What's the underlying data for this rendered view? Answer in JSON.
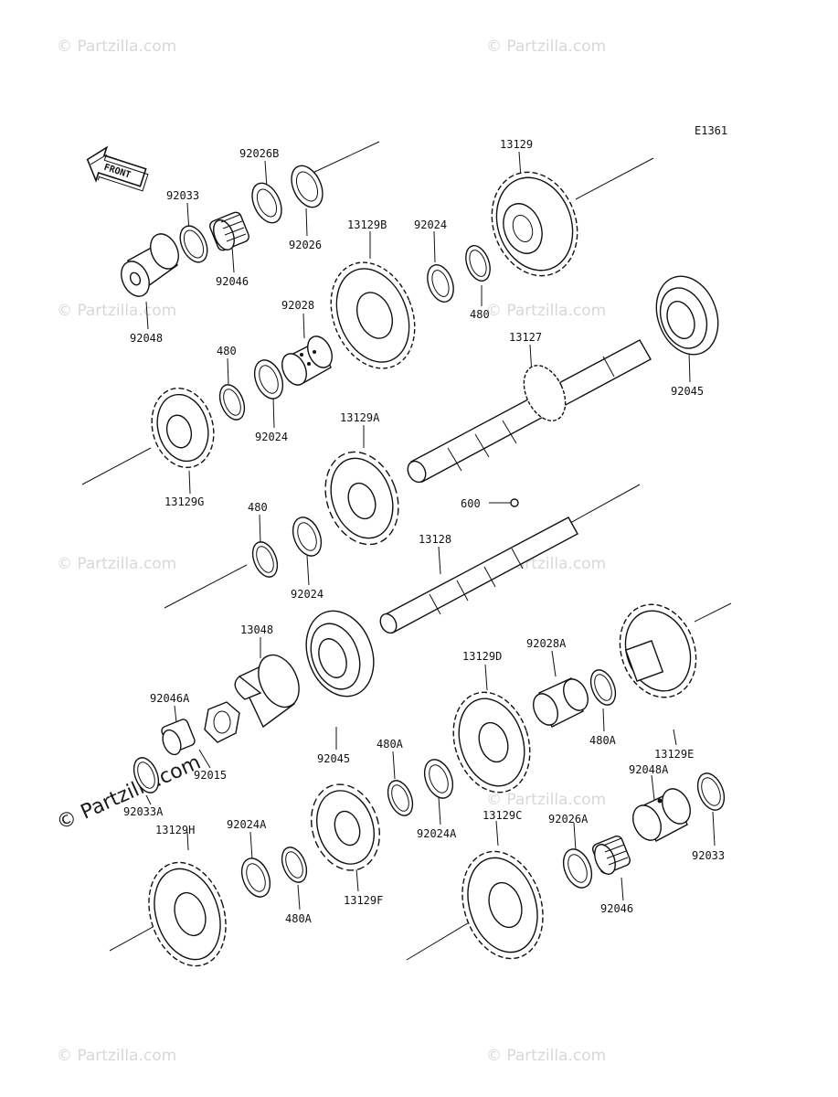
{
  "diagram_id": "E1361",
  "front_label": "FRONT",
  "watermark": "© Partzilla.com",
  "copyright_mark": "© Partzilla.com",
  "callouts": [
    {
      "id": "92026B",
      "text": "92026B"
    },
    {
      "id": "92026",
      "text": "92026"
    },
    {
      "id": "92033",
      "text": "92033"
    },
    {
      "id": "92046",
      "text": "92046"
    },
    {
      "id": "92048",
      "text": "92048"
    },
    {
      "id": "13129",
      "text": "13129"
    },
    {
      "id": "13129B",
      "text": "13129B"
    },
    {
      "id": "92024-a",
      "text": "92024"
    },
    {
      "id": "480-a",
      "text": "480"
    },
    {
      "id": "92028",
      "text": "92028"
    },
    {
      "id": "480-b",
      "text": "480"
    },
    {
      "id": "92024-b",
      "text": "92024"
    },
    {
      "id": "13127",
      "text": "13127"
    },
    {
      "id": "92045-a",
      "text": "92045"
    },
    {
      "id": "13129A",
      "text": "13129A"
    },
    {
      "id": "13129G",
      "text": "13129G"
    },
    {
      "id": "600",
      "text": "600"
    },
    {
      "id": "480-c",
      "text": "480"
    },
    {
      "id": "92024-c",
      "text": "92024"
    },
    {
      "id": "13128",
      "text": "13128"
    },
    {
      "id": "13048",
      "text": "13048"
    },
    {
      "id": "92045-b",
      "text": "92045"
    },
    {
      "id": "92046A",
      "text": "92046A"
    },
    {
      "id": "92015",
      "text": "92015"
    },
    {
      "id": "92033A",
      "text": "92033A"
    },
    {
      "id": "13129D",
      "text": "13129D"
    },
    {
      "id": "92028A",
      "text": "92028A"
    },
    {
      "id": "480A-a",
      "text": "480A"
    },
    {
      "id": "13129E",
      "text": "13129E"
    },
    {
      "id": "480A-b",
      "text": "480A"
    },
    {
      "id": "92024A-a",
      "text": "92024A"
    },
    {
      "id": "13129H",
      "text": "13129H"
    },
    {
      "id": "92024A-b",
      "text": "92024A"
    },
    {
      "id": "480A-c",
      "text": "480A"
    },
    {
      "id": "13129F",
      "text": "13129F"
    },
    {
      "id": "13129C",
      "text": "13129C"
    },
    {
      "id": "92026A",
      "text": "92026A"
    },
    {
      "id": "92048A",
      "text": "92048A"
    },
    {
      "id": "92046-b",
      "text": "92046"
    },
    {
      "id": "92033-b",
      "text": "92033"
    }
  ]
}
